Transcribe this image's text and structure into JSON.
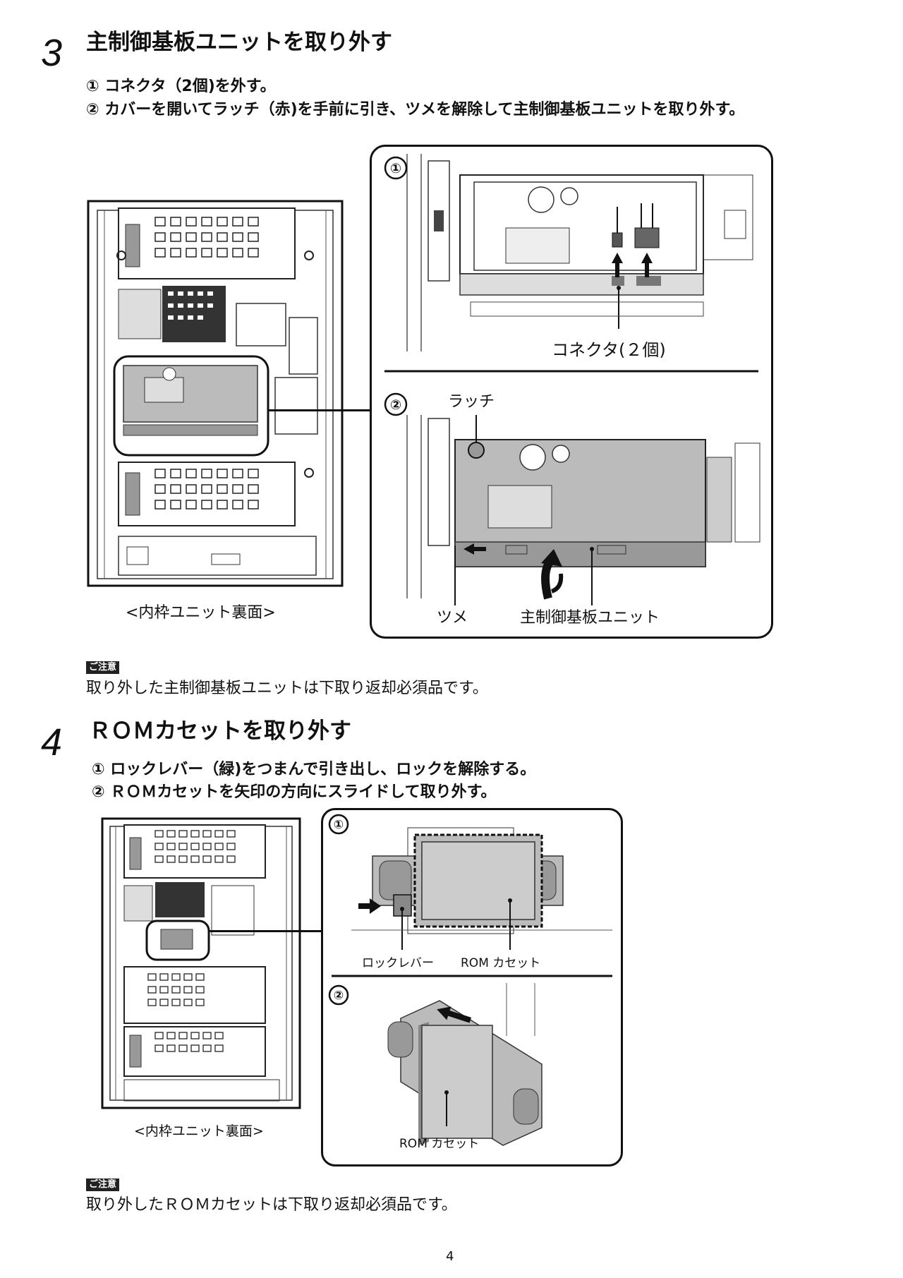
{
  "step3": {
    "number": "3",
    "title": "主制御基板ユニットを取り外す",
    "lines": [
      "① コネクタ（2個)を外す。",
      "② カバーを開いてラッチ（赤)を手前に引き、ツメを解除して主制御基板ユニットを取り外す。"
    ],
    "overview_caption": "<内枠ユニット裏面>",
    "panel1_marker": "①",
    "panel1_label": "コネクタ(２個)",
    "panel2_marker": "②",
    "panel2_latch_label": "ラッチ",
    "panel2_claw_label": "ツメ",
    "panel2_unit_label": "主制御基板ユニット",
    "note_badge": "ご注意",
    "note_text": "取り外した主制御基板ユニットは下取り返却必須品です。"
  },
  "step4": {
    "number": "4",
    "title": "ＲＯＭカセットを取り外す",
    "lines": [
      "① ロックレバー（緑)をつまんで引き出し、ロックを解除する。",
      "② ＲＯＭカセットを矢印の方向にスライドして取り外す。"
    ],
    "overview_caption": "<内枠ユニット裏面>",
    "panel1_marker": "①",
    "panel1_lever_label": "ロックレバー",
    "panel1_rom_label": "ROM カセット",
    "panel2_marker": "②",
    "panel2_rom_label": "ROM カセット",
    "note_badge": "ご注意",
    "note_text": "取り外したＲＯＭカセットは下取り返却必須品です。"
  },
  "page_number": "4"
}
